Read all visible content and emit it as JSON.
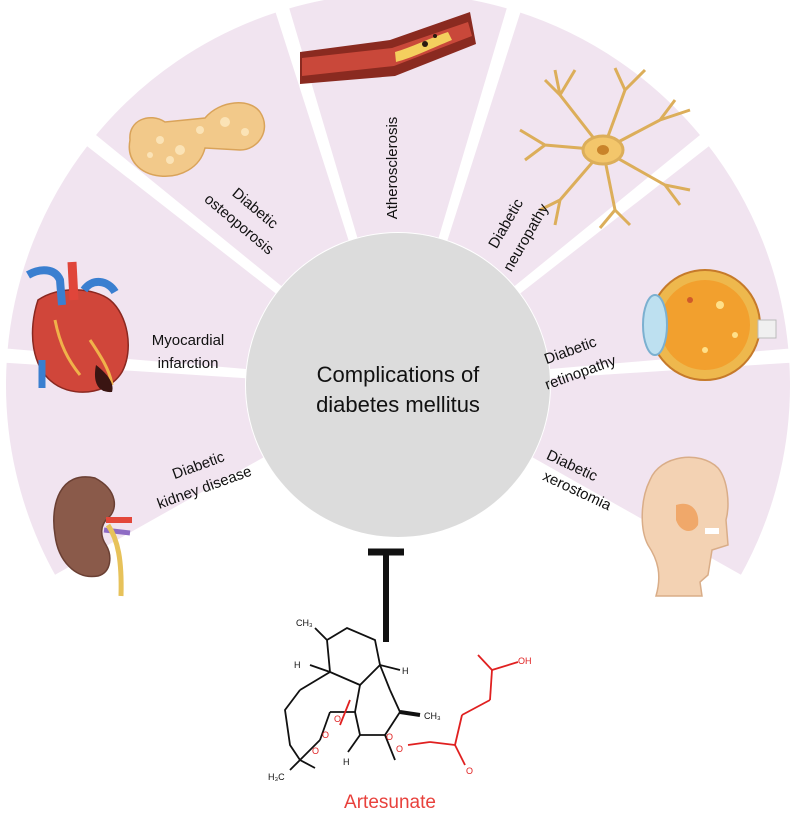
{
  "center": {
    "line1": "Complications of",
    "line2": "diabetes mellitus"
  },
  "segments": [
    {
      "line1": "Diabetic",
      "line2": "kidney disease",
      "icon": "kidney-icon"
    },
    {
      "line1": "Myocardial",
      "line2": "infarction",
      "icon": "heart-icon"
    },
    {
      "line1": "Diabetic",
      "line2": "osteoporosis",
      "icon": "bone-icon"
    },
    {
      "line1": "Atherosclerosis",
      "line2": "",
      "icon": "artery-icon"
    },
    {
      "line1": "Diabetic",
      "line2": "neuropathy",
      "icon": "neuron-icon"
    },
    {
      "line1": "Diabetic",
      "line2": "retinopathy",
      "icon": "eye-icon"
    },
    {
      "line1": "Diabetic",
      "line2": "xerostomia",
      "icon": "head-icon"
    }
  ],
  "drug": {
    "name": "Artesunate",
    "labels": {
      "ch3_top": "CH₃",
      "ch3_right": "CH₃",
      "h3c": "H₃C",
      "h1": "H",
      "h2": "H",
      "h3": "H",
      "o1": "O",
      "o2": "O",
      "o3": "O",
      "o4": "O",
      "o5": "O",
      "oh": "OH",
      "o_keto": "O"
    }
  },
  "colors": {
    "segment_fill": "#f1e4f0",
    "center_fill": "#dcdcdc",
    "drug_name": "#e8413c",
    "chem_red": "#e02020"
  }
}
